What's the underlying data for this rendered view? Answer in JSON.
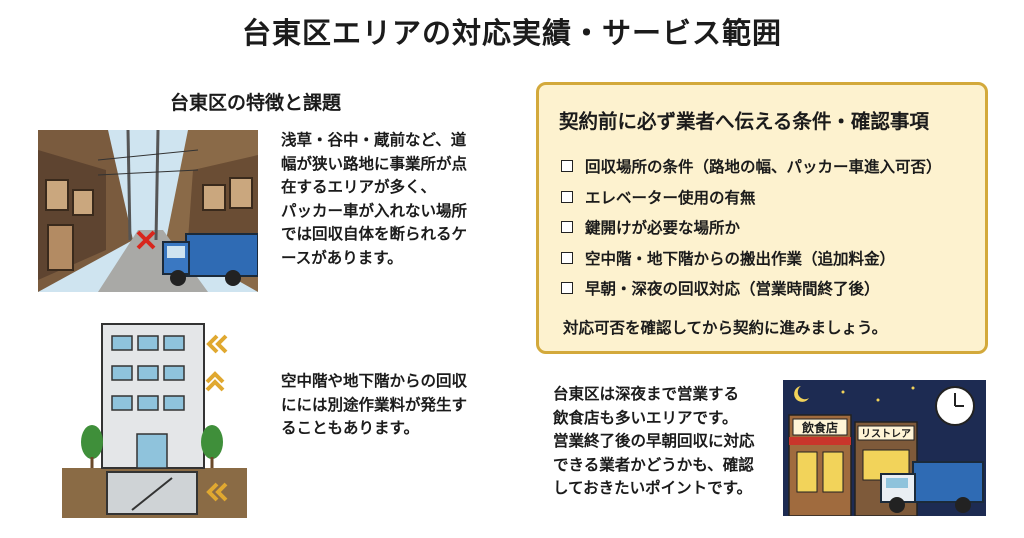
{
  "title": "台東区エリアの対応実績・サービス範囲",
  "left_heading": "台東区の特徴と課題",
  "paragraph_alley": "浅草・谷中・蔵前など、道\n幅が狭い路地に事業所が点\n在するエリアが多く、\nパッカー車が入れない場所\nでは回収自体を断られるケ\nースがあります。",
  "paragraph_floors": "空中階や地下階からの回収\nにには別途作業料が発生す\nることもあります。",
  "checklist": {
    "title": "契約前に必ず業者へ伝える条件・確認事項",
    "items": [
      "回収場所の条件（路地の幅、パッカー車進入可否）",
      "エレベーター使用の有無",
      "鍵開けが必要な場所か",
      "空中階・地下階からの搬出作業（追加料金）",
      "早朝・深夜の回収対応（営業時間終了後）"
    ],
    "footer": "対応可否を確認してから契約に進みましょう。"
  },
  "paragraph_night": "台東区は深夜まで営業する\n飲食店も多いエリアです。\n営業終了後の早朝回収に対応\nできる業者かどうかも、確認\nしておきたいポイントです。",
  "night_signs": {
    "restaurant": "飲食店",
    "restaurant_right": "リストレア"
  },
  "colors": {
    "box_bg": "#fdf2cf",
    "box_border": "#d3a93b",
    "truck_blue": "#2f6bb4",
    "night_sky": "#1d2b52",
    "arrow": "#e0a830"
  }
}
